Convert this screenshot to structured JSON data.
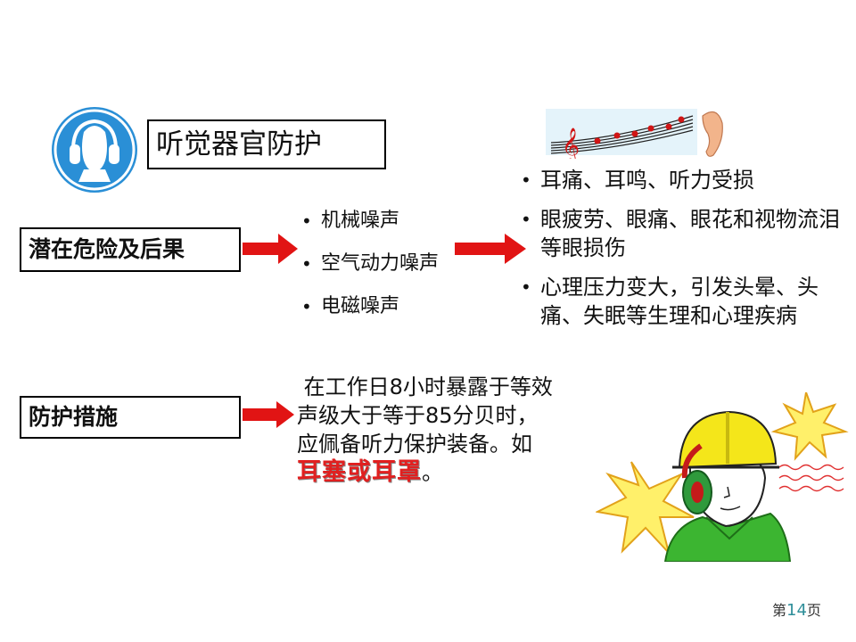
{
  "title": "听觉器官防护",
  "hazards_label": "潜在危险及后果",
  "noise_sources": [
    "机械噪声",
    "空气动力噪声",
    "电磁噪声"
  ],
  "consequences": [
    "耳痛、耳鸣、听力受损",
    "眼疲劳、眼痛、眼花和视物流泪等眼损伤",
    "心理压力变大，引发头晕、头痛、失眠等生理和心理疾病"
  ],
  "measures_label": "防护措施",
  "advice_text": "在工作日8小时暴露于等效声级大于等于85分贝时，应佩备听力保护装备。如",
  "advice_emphasis": "耳塞或耳罩",
  "advice_end": "。",
  "page": {
    "prefix": "第",
    "number": "14",
    "suffix": "页"
  },
  "colors": {
    "arrow": "#e11414",
    "emphasis": "#e02020",
    "sign_blue": "#2a8fd6",
    "helmet": "#f4e61a",
    "shirt": "#3cb531"
  },
  "icons": [
    "ear-protection-sign-icon",
    "music-ear-icon",
    "worker-with-earmuffs-illustration"
  ]
}
